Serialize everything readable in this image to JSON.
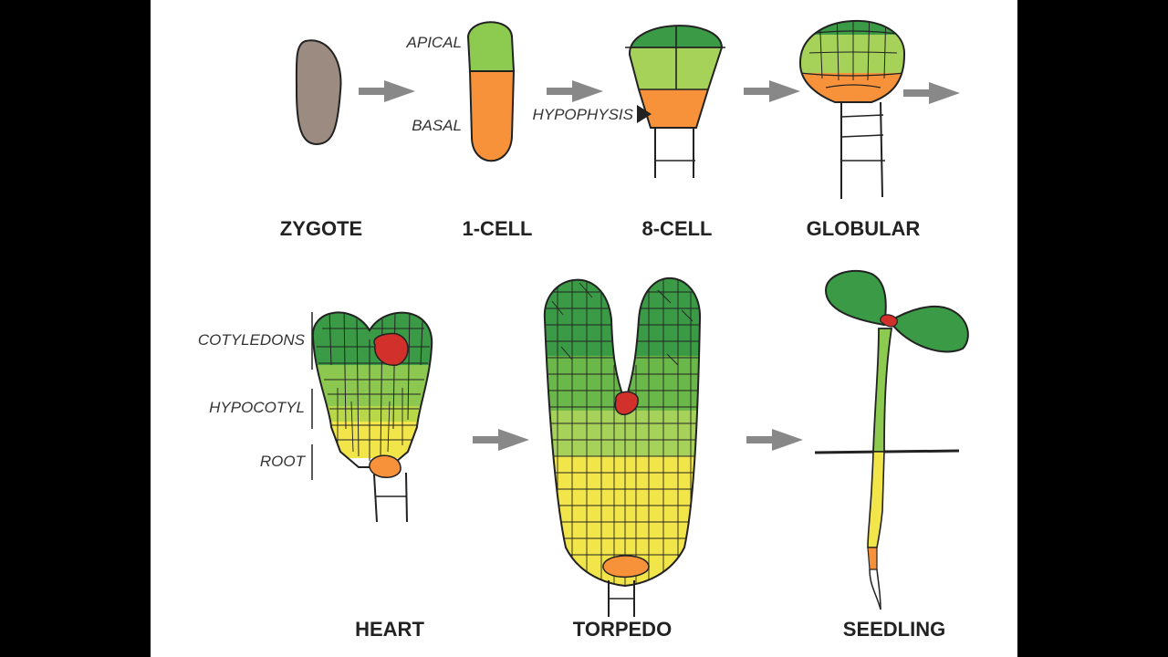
{
  "colors": {
    "zygote": "#9b8b80",
    "apical_green": "#8ccb50",
    "dark_green": "#3b9a45",
    "mid_green": "#6ab84a",
    "light_green": "#a6d25a",
    "orange": "#f7923a",
    "yellow": "#f2e54a",
    "red": "#d2312b",
    "outline": "#222222",
    "arrow": "#888888",
    "background": "#ffffff",
    "side_bar": "#000000"
  },
  "stages": {
    "zygote": "ZYGOTE",
    "one_cell": "1-CELL",
    "eight_cell": "8-CELL",
    "globular": "GLOBULAR",
    "heart": "HEART",
    "torpedo": "TORPEDO",
    "seedling": "SEEDLING"
  },
  "labels": {
    "apical": "APICAL",
    "basal": "BASAL",
    "hypophysis": "HYPOPHYSIS",
    "cotyledons": "COTYLEDONS",
    "hypocotyl": "HYPOCOTYL",
    "root": "ROOT"
  }
}
